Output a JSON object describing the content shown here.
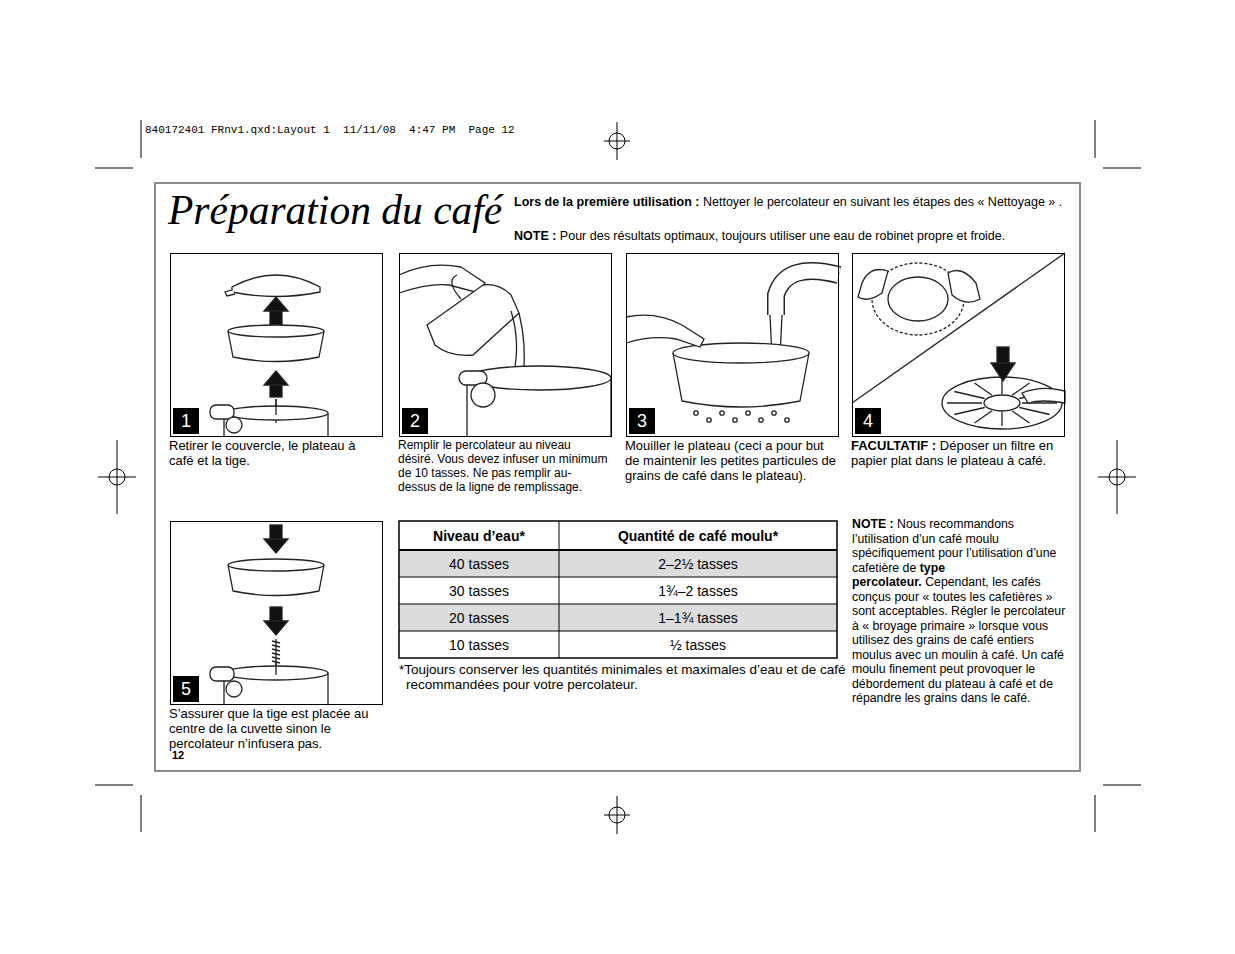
{
  "diagram": {
    "title": "Préparation du café",
    "nodes": [
      {
        "text": [
          "1",
          "Retirer le couvercle, le plateau à café et la tige."
        ]
      },
      {
        "text": [
          "2",
          "Remplir le percolateur au niveau désiré. Vous devez infuser un minimum de 10 tasses. Ne pas remplir au-dessus de la ligne de remplissage."
        ]
      },
      {
        "text": [
          "3",
          "Mouiller le plateau (ceci a pour but de maintenir les petites particules de grains de café dans le plateau)."
        ]
      },
      {
        "text": [
          "4",
          "FACULTATIF :",
          "Déposer un filtre en papier plat dans le plateau à café."
        ]
      },
      {
        "text": [
          "5",
          "S’assurer que la tige est placée au centre de la cuvette sinon le percolateur n’infusera pas."
        ]
      }
    ],
    "labels": [
      "840172401 FRnv1.qxd:Layout 1  11/11/08  4:47 PM  Page 12",
      "Lors de la première utilisation :",
      "Nettoyer le percolateur en suivant les étapes des « Nettoyage » .",
      "NOTE :",
      "Pour des résultats optimaux, toujours utiliser une eau de robinet propre et froide.",
      "Niveau d’eau*",
      "Quantité de café moulu*",
      "40 tasses",
      "2–2½ tasses",
      "30 tasses",
      "1¾–2 tasses",
      "20 tasses",
      "1–1¾ tasses",
      "10 tasses",
      "½ tasses",
      "*Toujours conserver les quantités minimales et maximales d’eau et de café recommandées pour votre percolateur.",
      "NOTE :",
      "Nous recommandons l’utilisation d’un café moulu spécifiquement pour l’utilisation d’une cafetière de",
      "type percolateur.",
      "Cependant, les cafés conçus pour « toutes les cafetières » sont acceptables. Régler le percolateur à « broyage primaire » lorsque vous utilisez des grains de café entiers moulus avec un moulin à café. Un café moulu finement peut provoquer le débordement du plateau à café et de répandre les grains dans le café.",
      "12"
    ]
  }
}
